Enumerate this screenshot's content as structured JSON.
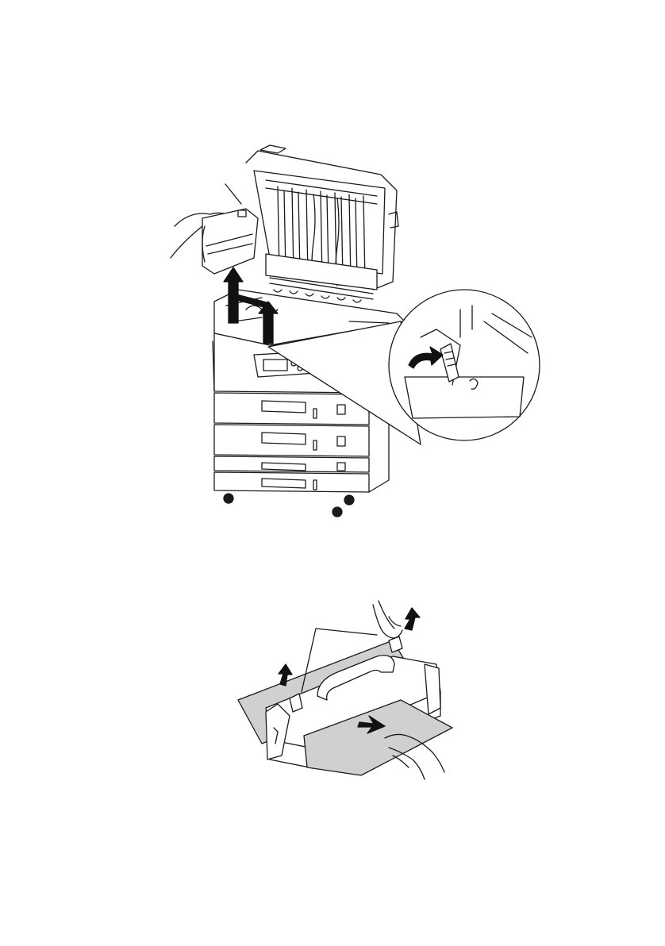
{
  "document": {
    "figures": [
      {
        "id": "printer-fuser-removal",
        "callout": "zoom-inset-fuser-lock-lever"
      },
      {
        "id": "fuser-paper-removal",
        "callout": "fuser-release-levers"
      }
    ],
    "colors": {
      "line": "#1a1a1a",
      "paper": "#d0d0d0",
      "background": "#ffffff",
      "arrow": "#111111"
    }
  }
}
